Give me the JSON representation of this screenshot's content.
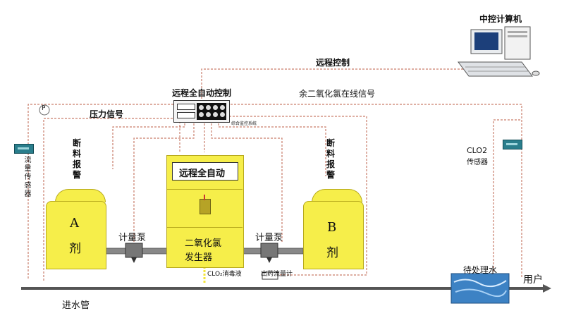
{
  "labels": {
    "central_computer": "中控计算机",
    "remote_control": "远程控制",
    "remote_full_auto_control": "远程全自动控制",
    "residual_clo2_signal": "余二氧化氯在线信号",
    "pressure_signal": "压力信号",
    "pressure_symbol": "P",
    "flow_sensor": "流量传感器",
    "cutoff_alarm": "断料报警",
    "clo2_sensor_line1": "CLO2",
    "clo2_sensor_line2": "传感器",
    "generator_top": "远程全自动",
    "generator_name_line1": "二氧化氯",
    "generator_name_line2": "发生器",
    "panel_small_text": "综合监控系统",
    "metering_pump": "计量泵",
    "tank_a_letter": "A",
    "tank_a_char": "剂",
    "tank_b_letter": "B",
    "tank_b_char": "剂",
    "clo2_disinfectant": "CLO₂消毒液",
    "outlet_flowmeter": "出药流量计",
    "water_to_treat": "待处理水",
    "user": "用户",
    "inlet_pipe": "进水管"
  },
  "colors": {
    "tank_fill": "#f6ee4a",
    "signal_line": "#c97d6a",
    "pipe": "#555555",
    "sensor": "#2a7e8c",
    "water": "#3d82c4"
  }
}
